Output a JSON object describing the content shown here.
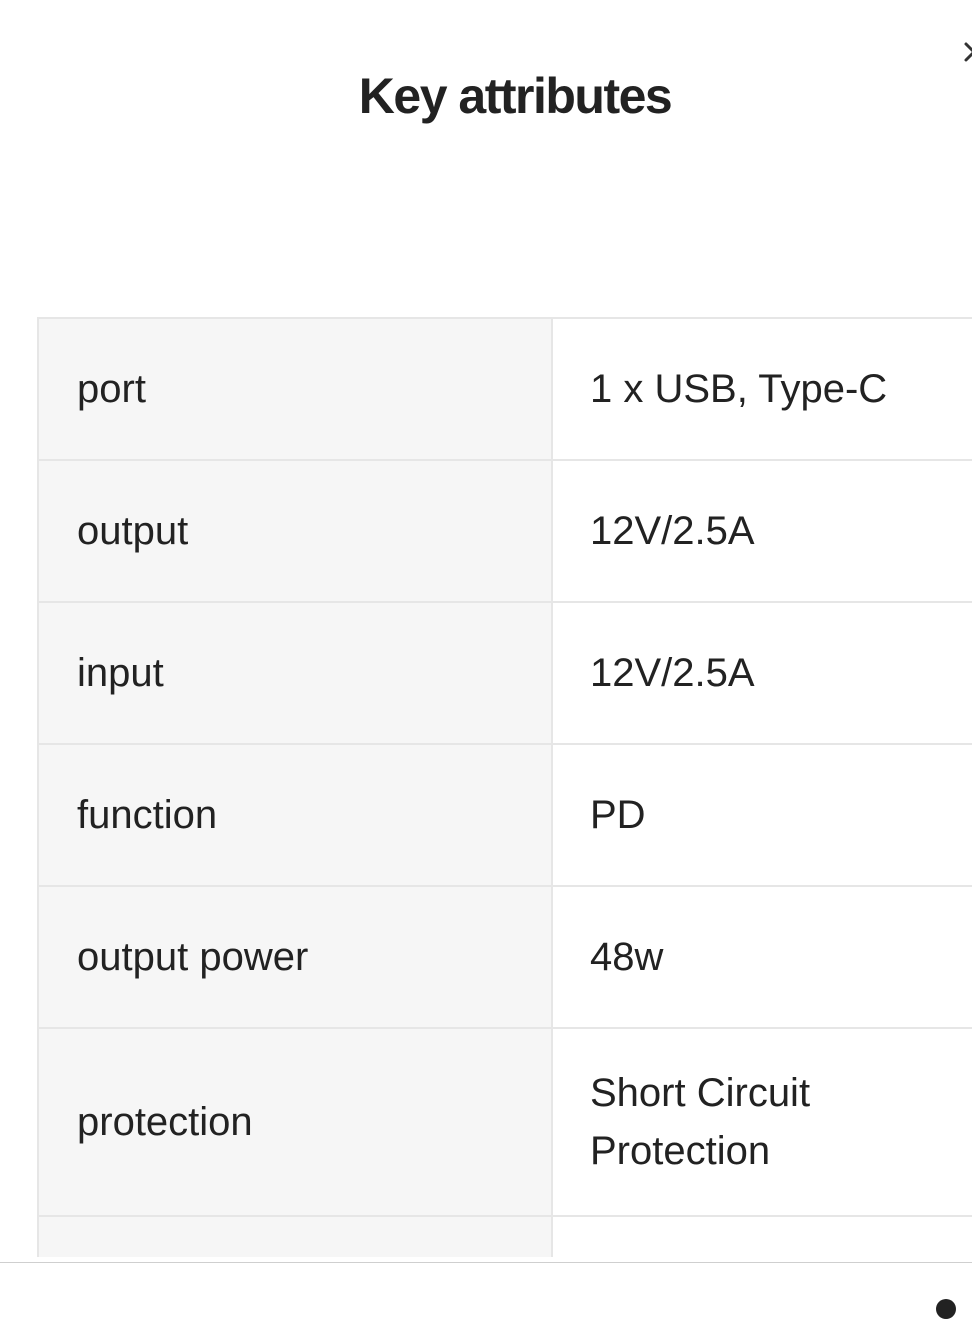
{
  "header": {
    "title": "Key attributes",
    "close_icon": "close-icon"
  },
  "attributes": [
    {
      "key": "port",
      "value": "1 x USB, Type-C"
    },
    {
      "key": "output",
      "value": "12V/2.5A"
    },
    {
      "key": "input",
      "value": "12V/2.5A"
    },
    {
      "key": "function",
      "value": "PD"
    },
    {
      "key": "output power",
      "value": "48w"
    },
    {
      "key": "protection",
      "value": "Short Circuit Protection"
    }
  ],
  "colors": {
    "key_cell_background": "#f6f6f6",
    "border": "#e6e6e6",
    "text": "#222222"
  }
}
